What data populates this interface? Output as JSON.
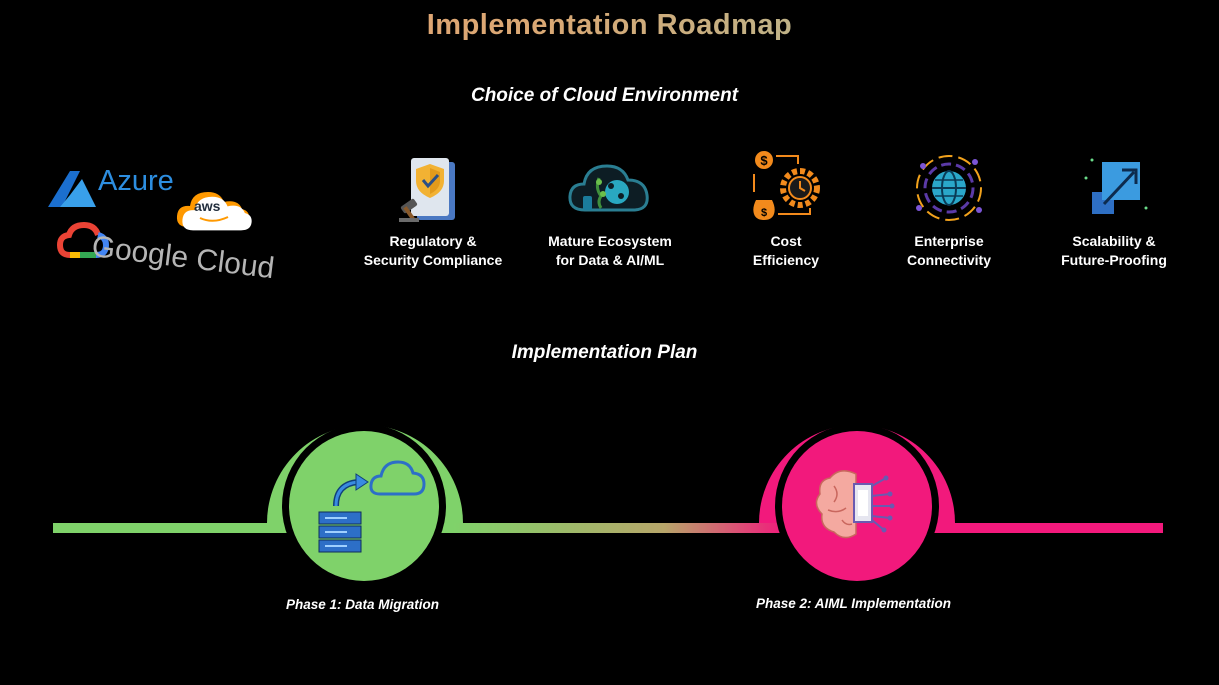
{
  "title": "Implementation Roadmap",
  "section1": {
    "heading": "Choice of Cloud Environment"
  },
  "providers": {
    "azure": "Azure",
    "aws": "aws",
    "google": "Google Cloud"
  },
  "factors": [
    {
      "line1": "Regulatory &",
      "line2": "Security Compliance",
      "icon": "compliance-shield-icon"
    },
    {
      "line1": "Mature Ecosystem",
      "line2": "for Data & AI/ML",
      "icon": "cloud-ai-icon"
    },
    {
      "line1": "Cost",
      "line2": "Efficiency",
      "icon": "cost-gear-icon"
    },
    {
      "line1": "Enterprise",
      "line2": "Connectivity",
      "icon": "globe-network-icon"
    },
    {
      "line1": "Scalability &",
      "line2": "Future-Proofing",
      "icon": "scale-arrow-icon"
    }
  ],
  "section2": {
    "heading": "Implementation Plan"
  },
  "phases": [
    {
      "label": "Phase 1: Data Migration",
      "color": "#7fd26a",
      "icon": "data-migration-icon"
    },
    {
      "label": "Phase 2: AIML Implementation",
      "color": "#f2197c",
      "icon": "ai-brain-chip-icon"
    }
  ],
  "colors": {
    "green": "#7fd26a",
    "pink": "#f2197c",
    "azure": "#2d8ee0",
    "aws": "#ff9900"
  }
}
